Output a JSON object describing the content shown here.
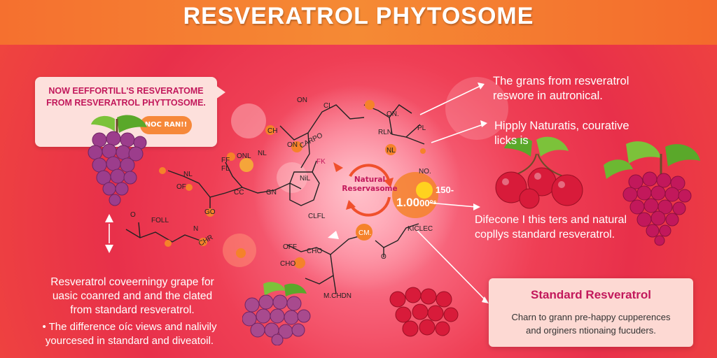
{
  "header": {
    "title": "RESVERATROL PHYTOSOME"
  },
  "top_left_callout": {
    "heading_line1": "NOW EEFFORTILL'S RESVERATOME",
    "heading_line2": "FROM RESVERATROL PHYTTOSOME.",
    "badge": "NOC RAN!!"
  },
  "left_bottom": {
    "line1": "Resveratrol coveerningy grape for",
    "line2": "uasic coanred and and the clated",
    "line3": "from standard resveratrol.",
    "bullet_line1": "• The difference oíc views and nalivily",
    "bullet_line2": "yourcesed in standard and diveatoil."
  },
  "right_top": {
    "line1": "The grans from resveratrol",
    "line2": "reswore in autronical.",
    "line3": "Hipply Naturatis, courative",
    "line4": "licks is"
  },
  "right_mid": {
    "line1": "Difecone I this ters and natural",
    "line2": "copllys standard resveratrol."
  },
  "center": {
    "label_line1": "Natural",
    "label_line2": "Reservasome",
    "value_small": "150-",
    "value_big": "1.00",
    "value_suffix": "00°ˢ"
  },
  "molecule_labels": {
    "on_top": "ON",
    "carpo": "CARPO",
    "cl": "CL",
    "on2": "ON.",
    "ch": "CH",
    "rln": "RLN",
    "pl": "PL",
    "nl1": "NL",
    "ff": "FF",
    "fl": "FL",
    "onl": "ONL",
    "nl2": "NL",
    "on3": "ON",
    "fk": "FK",
    "nl3": "NL",
    "no": "NO.",
    "of1": "OF",
    "nil": "NiL",
    "cc": "CC",
    "gn": "GN",
    "clfl": "CLFL",
    "go": "GO",
    "o": "O",
    "foll": "FOLL",
    "n": "N",
    "chr": "CHR",
    "cm": "CM.",
    "kiclec": "KICLEC",
    "o2": "O",
    "off": "OFF",
    "cho": "CHO",
    "cho2": "CHO",
    "mchdn": "M.CHDN"
  },
  "standard_box": {
    "title": "Standard Resveratrol",
    "body_line1": "Charn to grann pre-happy cupperences",
    "body_line2": "and orginers ntionaing fucuders."
  },
  "colors": {
    "header_orange": "#f5702f",
    "background_red": "#e8304a",
    "accent_pink": "#c2185b",
    "node_orange": "#f5822a",
    "yellow_node": "#ffd21f"
  }
}
